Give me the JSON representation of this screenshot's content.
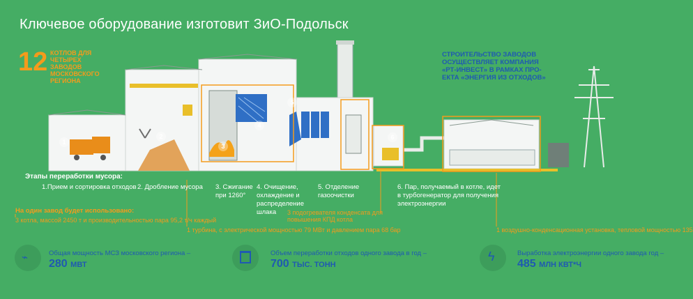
{
  "title": "Ключевое оборудование изготовит ЗиО-Подольск",
  "boilers": {
    "count": "12",
    "text": "котлов для четырех заводов московского региона"
  },
  "builder_note": "СТРОИТЕЛЬСТВО ЗАВОДОВ ОСУЩЕСТВЛЯЕТ КОМПАНИЯ «РТ-ИНВЕСТ» В РАМКАХ ПРО-ЕКТА «ЭНЕРГИЯ ИЗ ОТХОДОВ»",
  "stages_header": "Этапы переработки мусора:",
  "stages": [
    {
      "marker": "1",
      "label": "1.Прием и сортировка отходов"
    },
    {
      "marker": "2",
      "label": "2. Дробление мусора"
    },
    {
      "marker": "3",
      "label": "3. Сжигание при 1260°"
    },
    {
      "marker": "4",
      "label": "4. Очищение, охлаждение и распределение шлака"
    },
    {
      "marker": "5",
      "label": "5. Отделение газоочистки"
    },
    {
      "marker": "6",
      "label": "6. Пар, получаемый в котле, идет в турбогенератор для получения электроэнергии"
    }
  ],
  "plant": {
    "header": "На один завод будет использовано:",
    "boilers_line": "3 котла, массой 2450 т и производительностью пара 95,2 т/ч каждый",
    "heaters_line": "3 подогревателя конденсата для повышения КПД котла",
    "turbine_line": "1 турбина, с электрической мощностью 79 МВт и давлением пара 68 бар",
    "condenser_line": "1 воздушно-конденсационная установка, тепловой мощностью 135"
  },
  "stats": [
    {
      "icon": "power-plant-icon",
      "label": "Общая мощность МСЗ московского региона –",
      "value": "280",
      "unit": "МВТ"
    },
    {
      "icon": "trash-bin-icon",
      "label": "Объем переработки отходов одного завода в год –",
      "value": "700",
      "unit": "ТЫС. ТОНН"
    },
    {
      "icon": "lightning-icon",
      "label": "Выработка электроэнергии одного завода год –",
      "value": "485",
      "unit": "МЛН КВТ*Ч"
    }
  ],
  "colors": {
    "background": "#45ad64",
    "accent": "#f49b1c",
    "blue": "#1f5ab1",
    "equipment": "#ffffff"
  }
}
